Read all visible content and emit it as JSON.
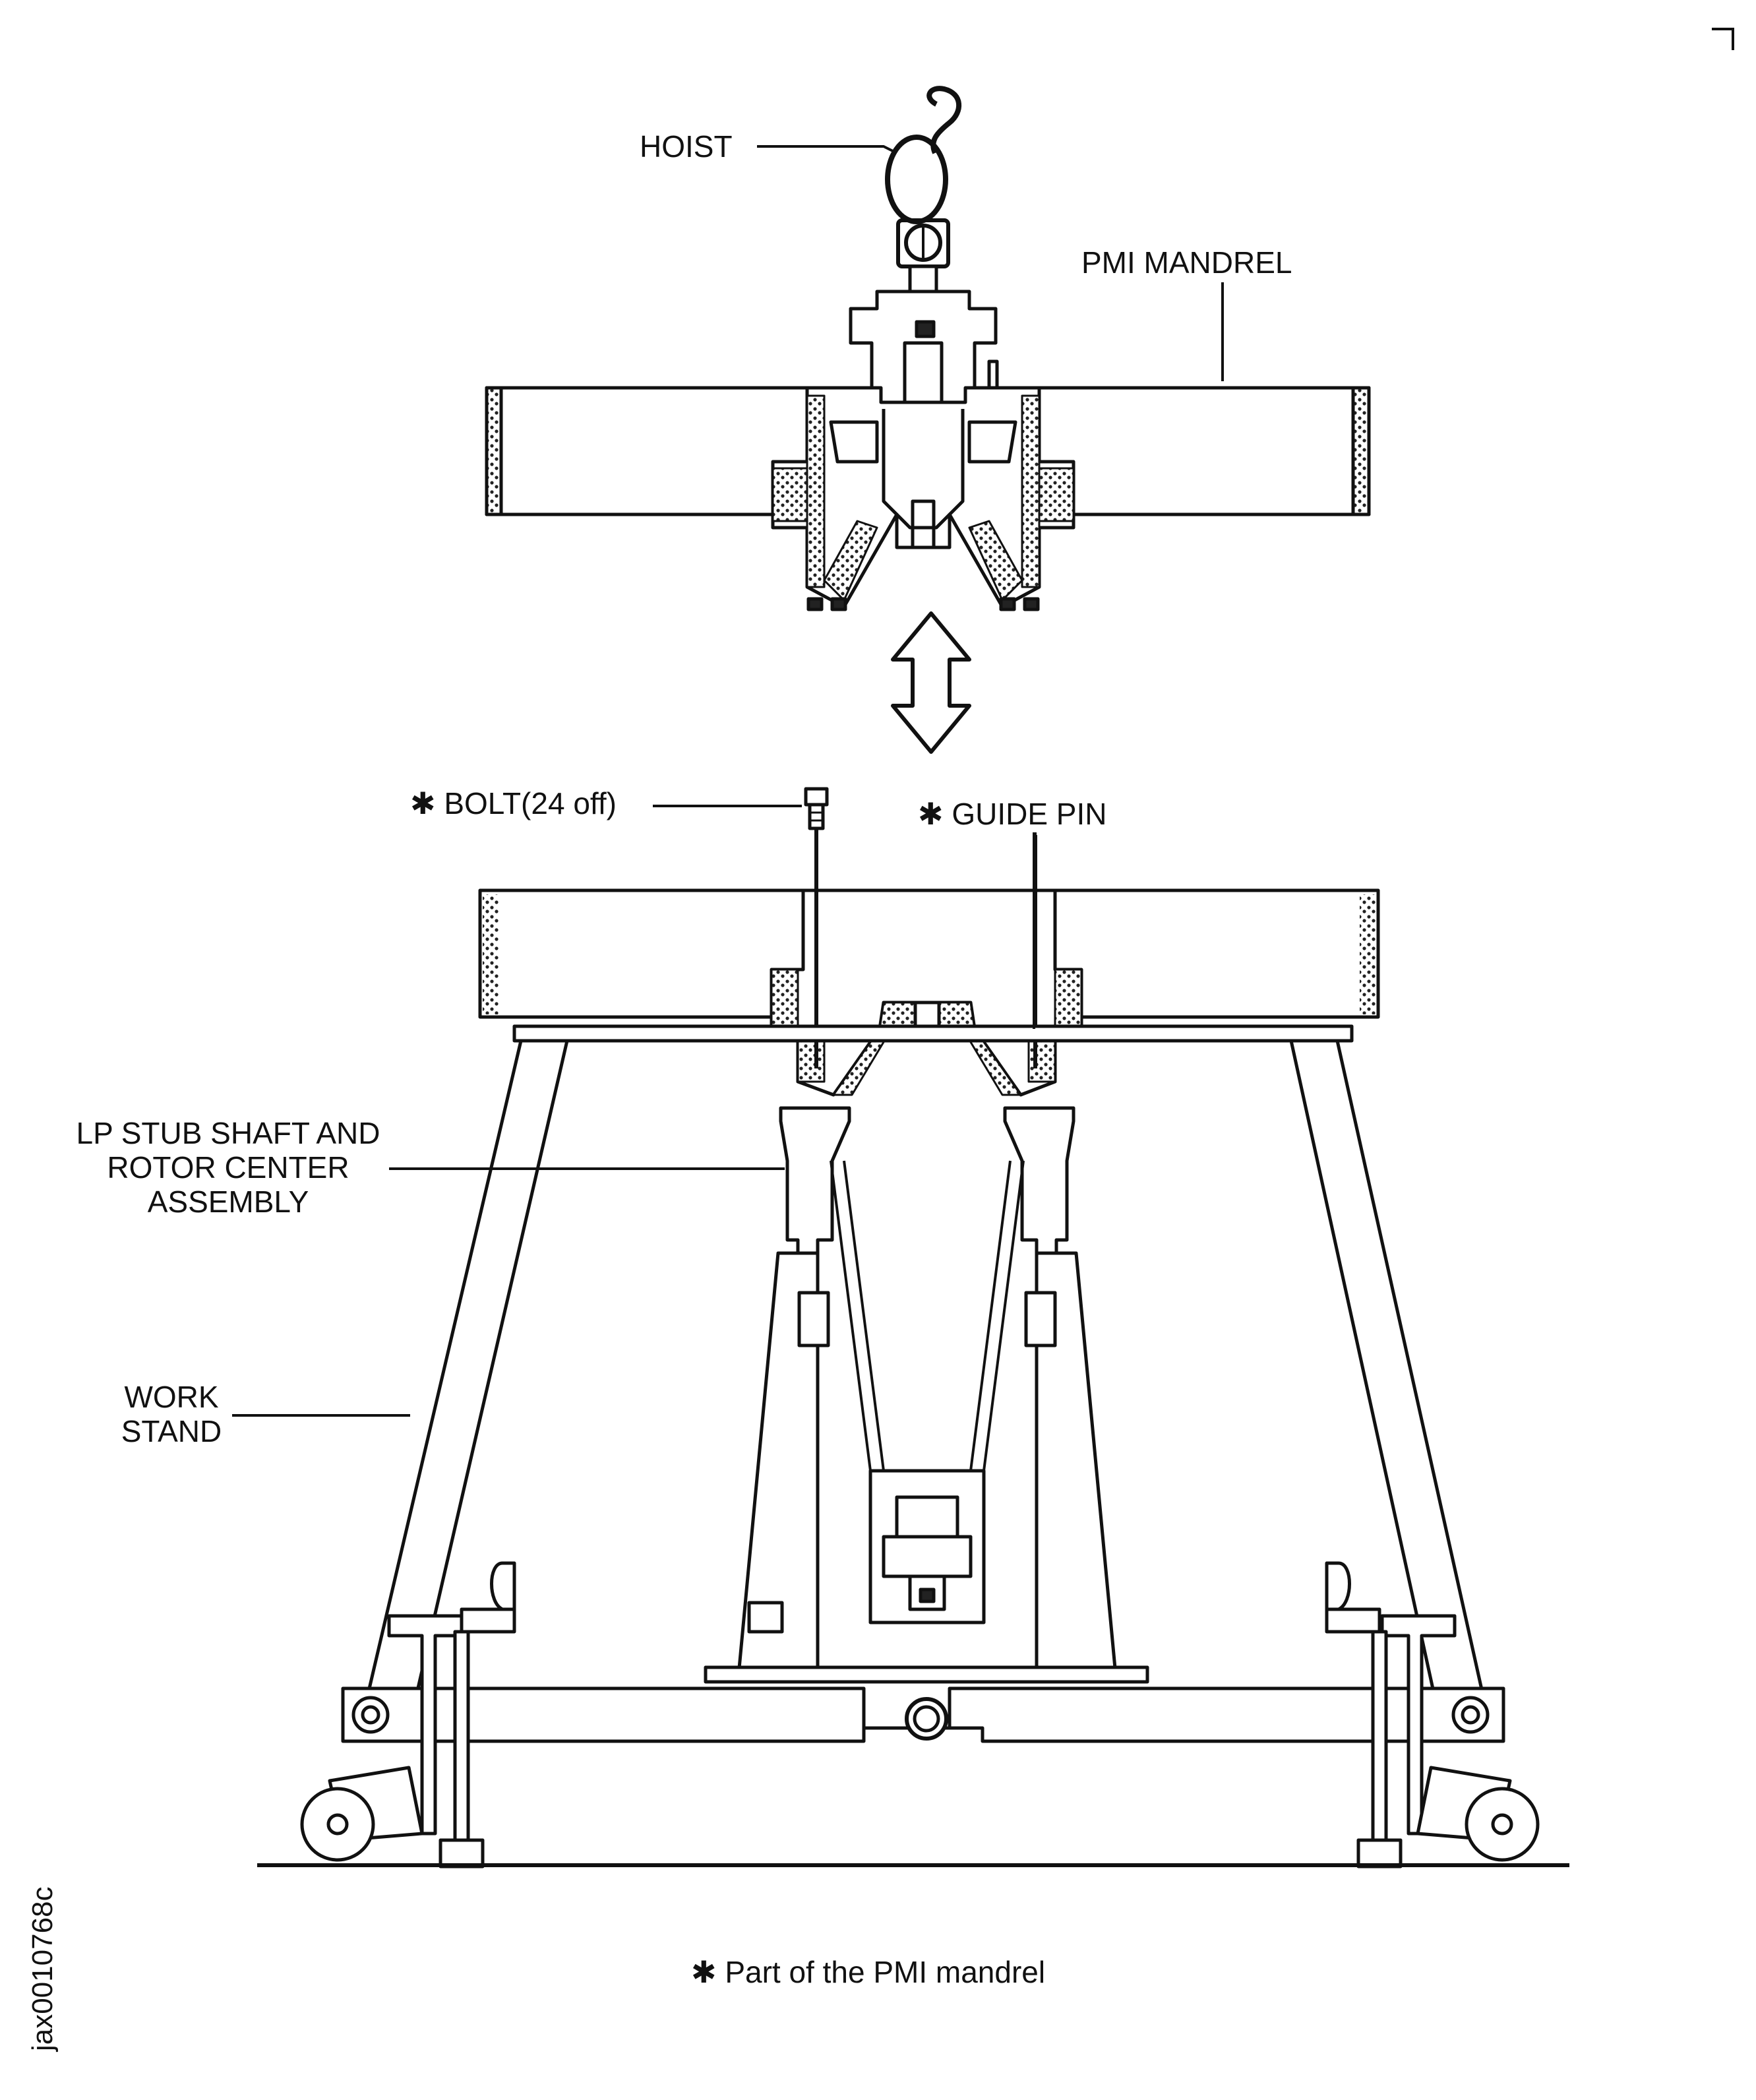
{
  "labels": {
    "hoist": "HOIST",
    "pmi_mandrel": "PMI MANDREL",
    "bolt": "BOLT(24 off)",
    "guide_pin": "GUIDE PIN",
    "lp_stub_line1": "LP STUB SHAFT AND",
    "lp_stub_line2": "ROTOR CENTER",
    "lp_stub_line3": "ASSEMBLY",
    "work_line1": "WORK",
    "work_line2": "STAND",
    "asterisk": "✱"
  },
  "footnote": {
    "symbol": "✱",
    "text": "Part of the PMI mandrel"
  },
  "figure_id": "jax0010768c",
  "colors": {
    "line": "#111111",
    "fill": "#ffffff",
    "hatch": "#333333"
  }
}
